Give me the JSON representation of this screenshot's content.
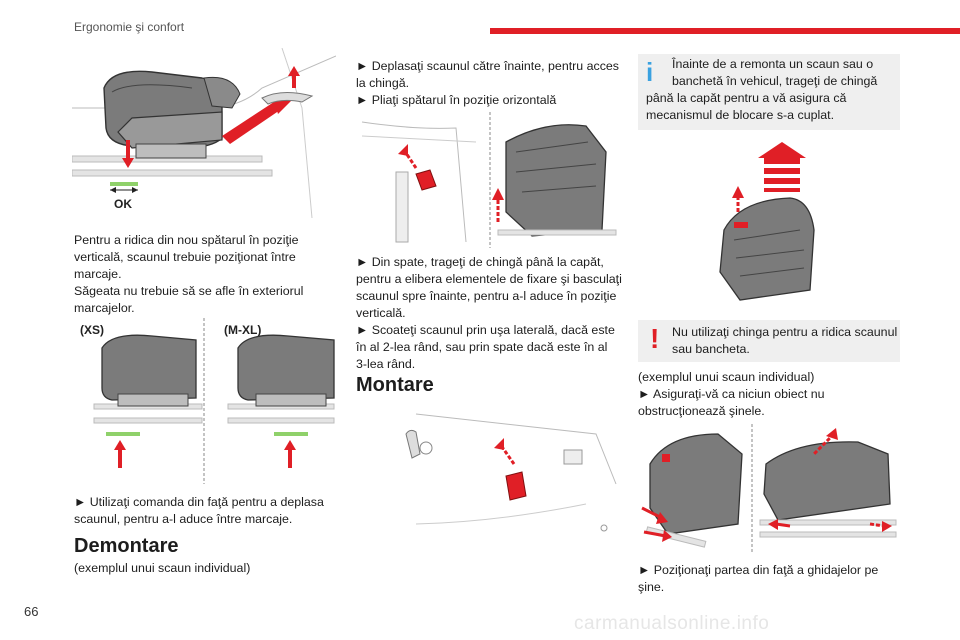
{
  "header": {
    "section_title": "Ergonomie şi confort"
  },
  "page_number": "66",
  "watermark": "carmanualsonline.info",
  "col1": {
    "fig1_label": "OK",
    "para1": [
      "Pentru a ridica din nou spătarul în poziţie",
      "verticală, scaunul trebuie poziţionat între",
      "marcaje.",
      "Săgeata nu trebuie să se afle în exteriorul",
      "marcajelor."
    ],
    "fig2_label_left": "(XS)",
    "fig2_label_right": "(M-XL)",
    "para2": [
      "► Utilizaţi comanda din faţă pentru a deplasa",
      "scaunul, pentru a-l aduce între marcaje."
    ],
    "heading_demontare": "Demontare",
    "para3": "(exemplul unui scaun individual)"
  },
  "col2": {
    "para1": [
      "► Deplasaţi scaunul către înainte, pentru acces",
      "la chingă.",
      "► Pliaţi spătarul în poziţie orizontală"
    ],
    "para2": [
      "► Din spate, trageţi de chingă până la capăt,",
      "pentru a elibera elementele de fixare şi basculaţi",
      "scaunul spre înainte, pentru a-l aduce în poziţie",
      "verticală.",
      "► Scoateţi scaunul prin uşa laterală, dacă este",
      "în al 2-lea rând, sau prin spate dacă este în al",
      "3-lea rând."
    ],
    "heading_montare": "Montare"
  },
  "col3": {
    "info_icon": "i",
    "info_lines": [
      "Înainte de a remonta un scaun sau o",
      "banchetă în vehicul, trageţi de chingă",
      "până la capăt pentru a vă asigura că",
      "mecanismul de blocare s-a cuplat."
    ],
    "warn_icon": "!",
    "warn_lines": [
      "Nu utilizaţi chinga pentru a ridica scaunul",
      "sau bancheta."
    ],
    "para1": [
      "(exemplul unui scaun individual)",
      "► Asiguraţi-vă ca niciun obiect nu",
      "obstrucţionează şinele."
    ],
    "para2": [
      "► Poziţionaţi partea din faţă a ghidajelor pe",
      "şine."
    ]
  },
  "colors": {
    "accent_red": "#e01f26",
    "box_gray": "#efefef",
    "marker_green": "#8fd16a"
  }
}
